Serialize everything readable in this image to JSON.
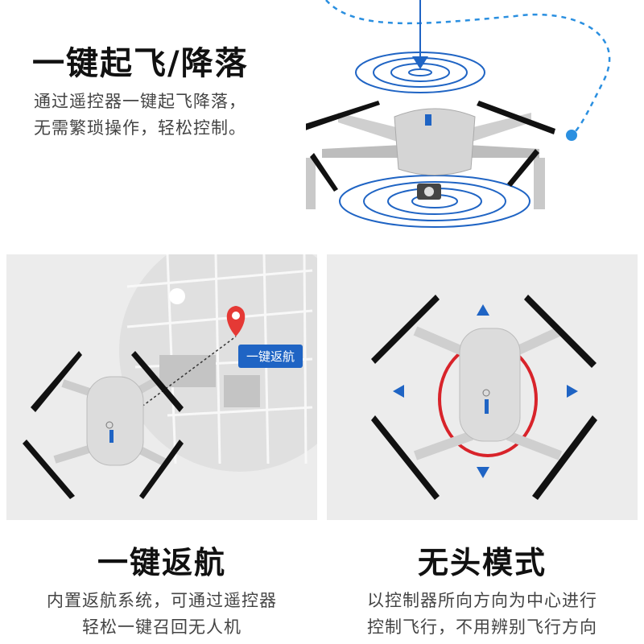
{
  "section_takeoff": {
    "title": "一键起飞/降落",
    "desc_line1": "通过遥控器一键起飞降落，",
    "desc_line2": "无需繁琐操作，轻松控制。"
  },
  "section_return": {
    "tag_label": "一键返航",
    "title": "一键返航",
    "desc_line1": "内置返航系统，可通过遥控器",
    "desc_line2": "轻松一键召回无人机"
  },
  "section_headless": {
    "title": "无头模式",
    "desc_line1": "以控制器所向方向为中心进行",
    "desc_line2": "控制飞行，不用辨别飞行方向"
  },
  "colors": {
    "accent_blue": "#1f64c4",
    "dash_blue": "#2a8fe0",
    "ring_red": "#d8232a",
    "pin_red": "#e53935"
  }
}
